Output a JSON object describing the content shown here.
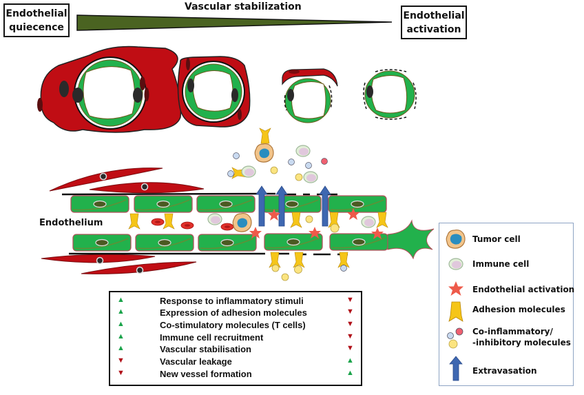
{
  "header": {
    "left_label_line1": "Endothelial",
    "left_label_line2": "quiecence",
    "center_label": "Vascular stabilization",
    "right_label_line1": "Endothelial",
    "right_label_line2": "activation"
  },
  "colors": {
    "gradient_bar": "#4a6321",
    "pericyte_red": "#c00d14",
    "endothelial_green": "#22b14c",
    "nucleus_dark": "#2a2a2a",
    "arrow_blue": "#3e67b1",
    "star_red": "#ee5a4a",
    "adhesion_yellow": "#f5c518",
    "legend_border": "#8ea4c4",
    "up_green": "#1aa34a",
    "down_red": "#b01018"
  },
  "vessel_cross_sections": [
    {
      "stage": "quiescent",
      "pericyte_coverage": "full"
    },
    {
      "stage": "intermediate",
      "pericyte_coverage": "partial"
    },
    {
      "stage": "early-activation",
      "pericyte_coverage": "minimal"
    },
    {
      "stage": "activated",
      "pericyte_coverage": "none"
    }
  ],
  "endothelium_label": "Endothelium",
  "comparison_table": {
    "rows": [
      {
        "left": "up",
        "label": "Response to inflammatory stimuli",
        "right": "down"
      },
      {
        "left": "up",
        "label": "Expression of adhesion molecules",
        "right": "down"
      },
      {
        "left": "up",
        "label": "Co-stimulatory  molecules (T cells)",
        "right": "down"
      },
      {
        "left": "up",
        "label": "Immune cell recruitment",
        "right": "down"
      },
      {
        "left": "up",
        "label": "Vascular stabilisation",
        "right": "down"
      },
      {
        "left": "down",
        "label": "Vascular leakage",
        "right": "up"
      },
      {
        "left": "down",
        "label": "New vessel formation",
        "right": "up"
      }
    ]
  },
  "legend": {
    "items": [
      {
        "icon": "tumor-cell-icon",
        "label": "Tumor cell"
      },
      {
        "icon": "immune-cell-icon",
        "label": "Immune cell"
      },
      {
        "icon": "star-icon",
        "label": "Endothelial activation"
      },
      {
        "icon": "adhesion-molecule-icon",
        "label": "Adhesion molecules"
      },
      {
        "icon": "molecules-icon",
        "label": "Co-inflammatory/",
        "label2": "-inhibitory molecules"
      },
      {
        "icon": "arrow-up-icon",
        "label": "Extravasation"
      }
    ]
  }
}
